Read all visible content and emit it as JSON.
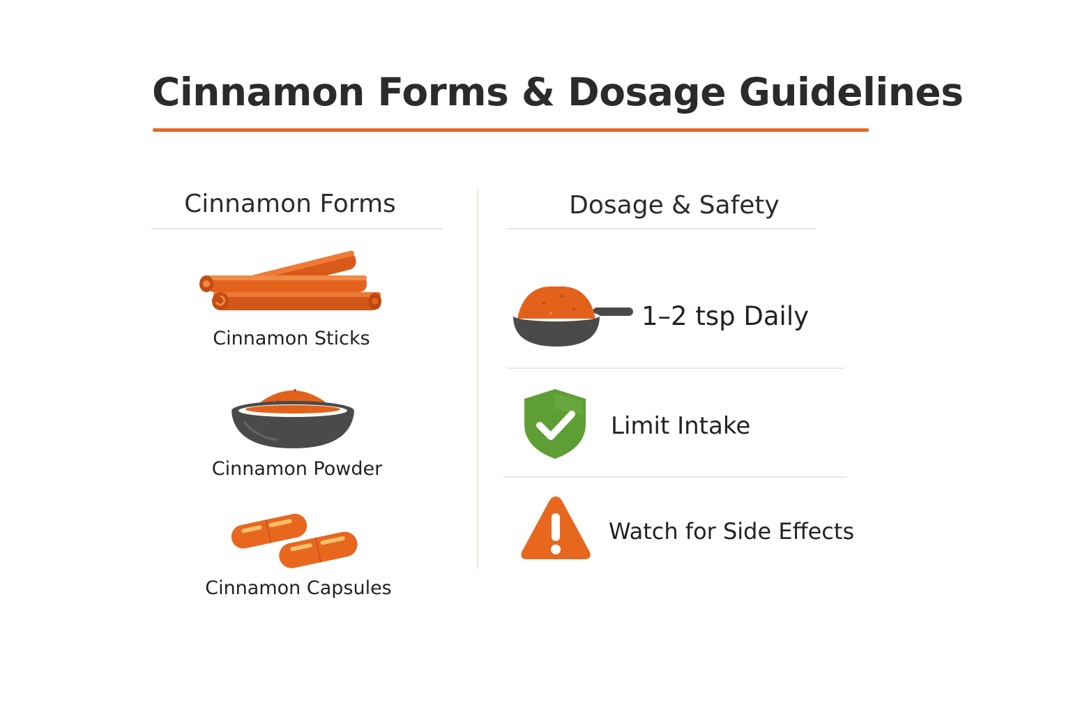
{
  "title": "Cinnamon Forms & Dosage Guidelines",
  "colors": {
    "accent": "#e8671f",
    "dark": "#4a4a4a",
    "green": "#5e9e35",
    "divider": "#eee6e0"
  },
  "forms": {
    "heading": "Cinnamon Forms",
    "items": [
      {
        "label": "Cinnamon Sticks",
        "icon": "cinnamon-sticks-icon"
      },
      {
        "label": "Cinnamon Powder",
        "icon": "powder-bowl-icon"
      },
      {
        "label": "Cinnamon Capsules",
        "icon": "capsules-icon"
      }
    ]
  },
  "dosage": {
    "heading": "Dosage & Safety",
    "items": [
      {
        "label": "1–2 tsp Daily",
        "icon": "measuring-spoon-icon"
      },
      {
        "label": "Limit Intake",
        "icon": "shield-check-icon"
      },
      {
        "label": "Watch for Side Effects",
        "icon": "warning-triangle-icon"
      }
    ]
  }
}
